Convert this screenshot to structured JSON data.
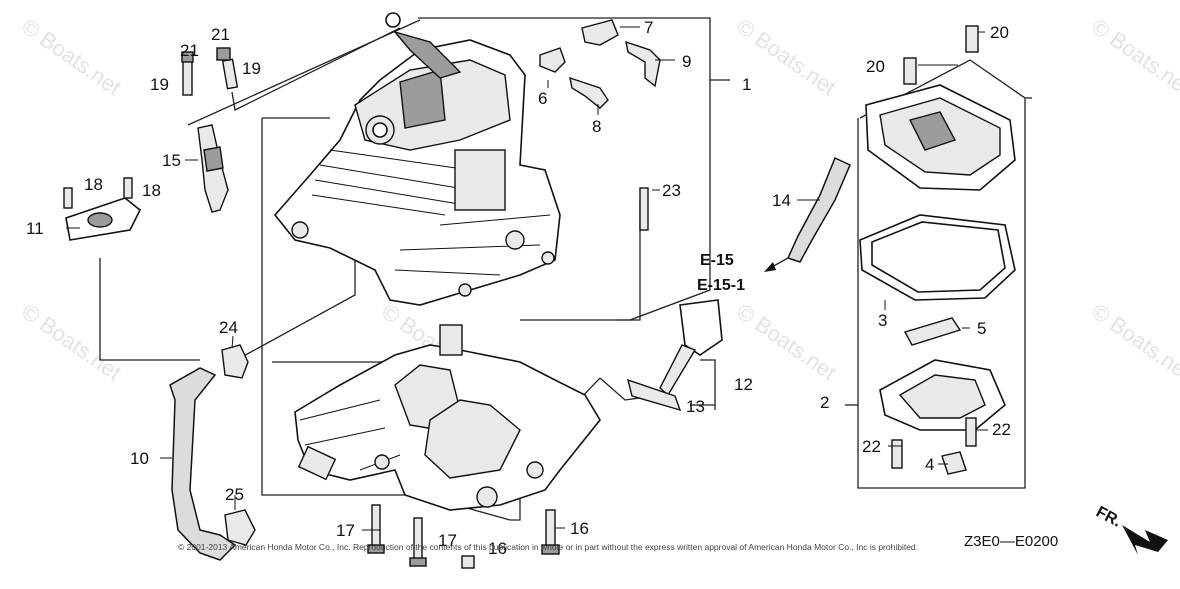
{
  "diagram": {
    "callouts": {
      "c1": "1",
      "c2": "2",
      "c3": "3",
      "c4": "4",
      "c5": "5",
      "c6": "6",
      "c7": "7",
      "c8": "8",
      "c9": "9",
      "c10": "10",
      "c11": "11",
      "c12": "12",
      "c13": "13",
      "c14": "14",
      "c15": "15",
      "c16": "16",
      "c17a": "17",
      "c17b": "17",
      "c18a": "18",
      "c18b": "18",
      "c19a": "19",
      "c19b": "19",
      "c20a": "20",
      "c20b": "20",
      "c21a": "21",
      "c21b": "21",
      "c22a": "22",
      "c22b": "22",
      "c23": "23",
      "c24": "24",
      "c25": "25",
      "c16b": "16"
    },
    "references": {
      "ref1": "E-15",
      "ref2": "E-15-1"
    },
    "diagram_code": "Z3E0—E0200",
    "direction_marker": "FR.",
    "copyright": "© 2001-2013 American Honda Motor Co., Inc. Reproduction of the contents of this publication in whole or in part without the express written approval of American Honda Motor Co., Inc is prohibited.",
    "watermark": "© Boats.net"
  }
}
